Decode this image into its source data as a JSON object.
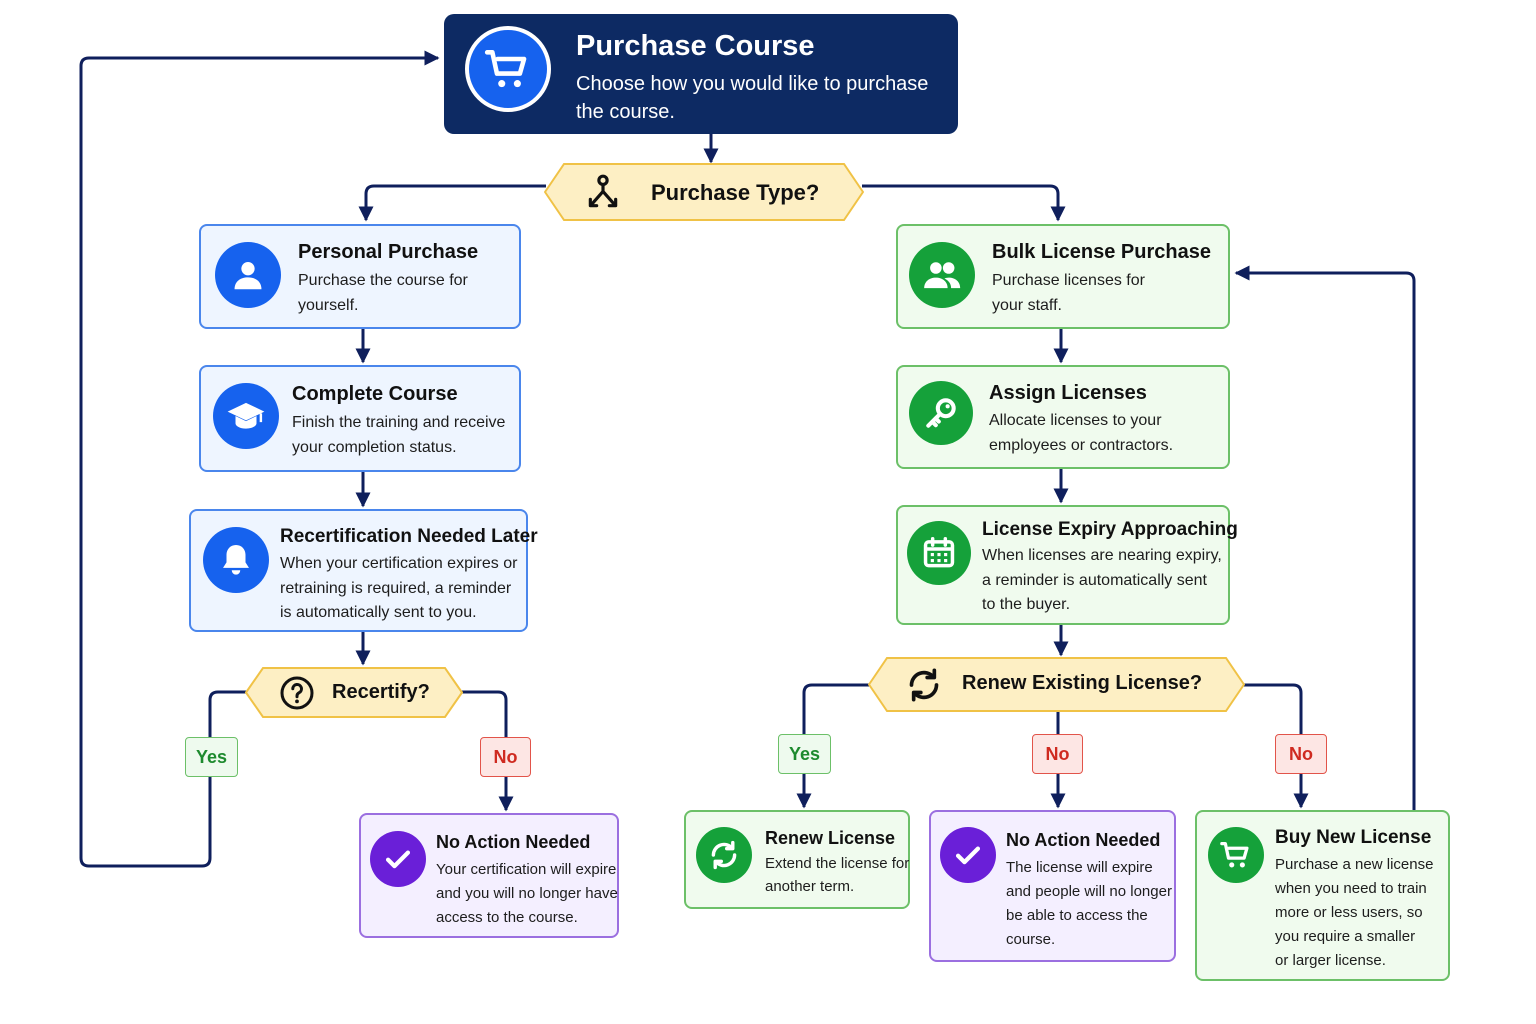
{
  "colors": {
    "navy": "#0d2a63",
    "connector": "#0f1f5c",
    "blue_icon": "#1662ee",
    "green_icon": "#15a13a",
    "purple_icon": "#6a1fd8",
    "decision_fill": "#fdefc4",
    "decision_border": "#f0c246",
    "yes_text": "#1d8a2e",
    "no_text": "#cf2a20"
  },
  "start": {
    "icon": "shopping-cart-icon",
    "title": "Purchase Course",
    "desc_lines": [
      "Choose how you would like to purchase",
      "the course."
    ]
  },
  "decisions": {
    "purchase_type": {
      "icon": "branch-split-icon",
      "label": "Purchase Type?"
    },
    "recertify": {
      "icon": "question-circle-icon",
      "label": "Recertify?"
    },
    "renew": {
      "icon": "refresh-arrows-icon",
      "label": "Renew Existing License?"
    }
  },
  "personal": {
    "icon": "user-icon",
    "title": "Personal Purchase",
    "desc_lines": [
      "Purchase the course for",
      "yourself."
    ]
  },
  "complete": {
    "icon": "graduation-cap-icon",
    "title": "Complete Course",
    "desc_lines": [
      "Finish the training and receive",
      "your completion status."
    ]
  },
  "recert_later": {
    "icon": "bell-icon",
    "title": "Recertification Needed Later",
    "desc_lines": [
      "When your certification expires or",
      "retraining is required, a reminder",
      "is automatically sent to you."
    ]
  },
  "no_action_personal": {
    "icon": "check-icon",
    "title": "No Action Needed",
    "desc_lines": [
      "Your certification will expire",
      "and you will no longer have",
      "access to the course."
    ]
  },
  "bulk": {
    "icon": "users-icon",
    "title": "Bulk License Purchase",
    "desc_lines": [
      "Purchase licenses for",
      "your staff."
    ]
  },
  "assign": {
    "icon": "key-icon",
    "title": "Assign Licenses",
    "desc_lines": [
      "Allocate licenses to your",
      "employees or contractors."
    ]
  },
  "expiry": {
    "icon": "calendar-icon",
    "title": "License Expiry Approaching",
    "desc_lines": [
      "When licenses are nearing expiry,",
      "a reminder is automatically sent",
      "to the buyer."
    ]
  },
  "renew_license": {
    "icon": "refresh-arrows-icon",
    "title": "Renew License",
    "desc_lines": [
      "Extend the license for",
      "another term."
    ]
  },
  "no_action_bulk": {
    "icon": "check-icon",
    "title": "No Action Needed",
    "desc_lines": [
      "The license will expire",
      "and people will no longer",
      "be able to access the",
      "course."
    ]
  },
  "buy_new": {
    "icon": "shopping-cart-icon",
    "title": "Buy New License",
    "desc_lines": [
      "Purchase a new license",
      "when you need to train",
      "more or less users, so",
      "you require a smaller",
      "or larger license."
    ]
  },
  "tags": {
    "recert_yes": "Yes",
    "recert_no": "No",
    "renew_yes": "Yes",
    "renew_no_1": "No",
    "renew_no_2": "No"
  }
}
